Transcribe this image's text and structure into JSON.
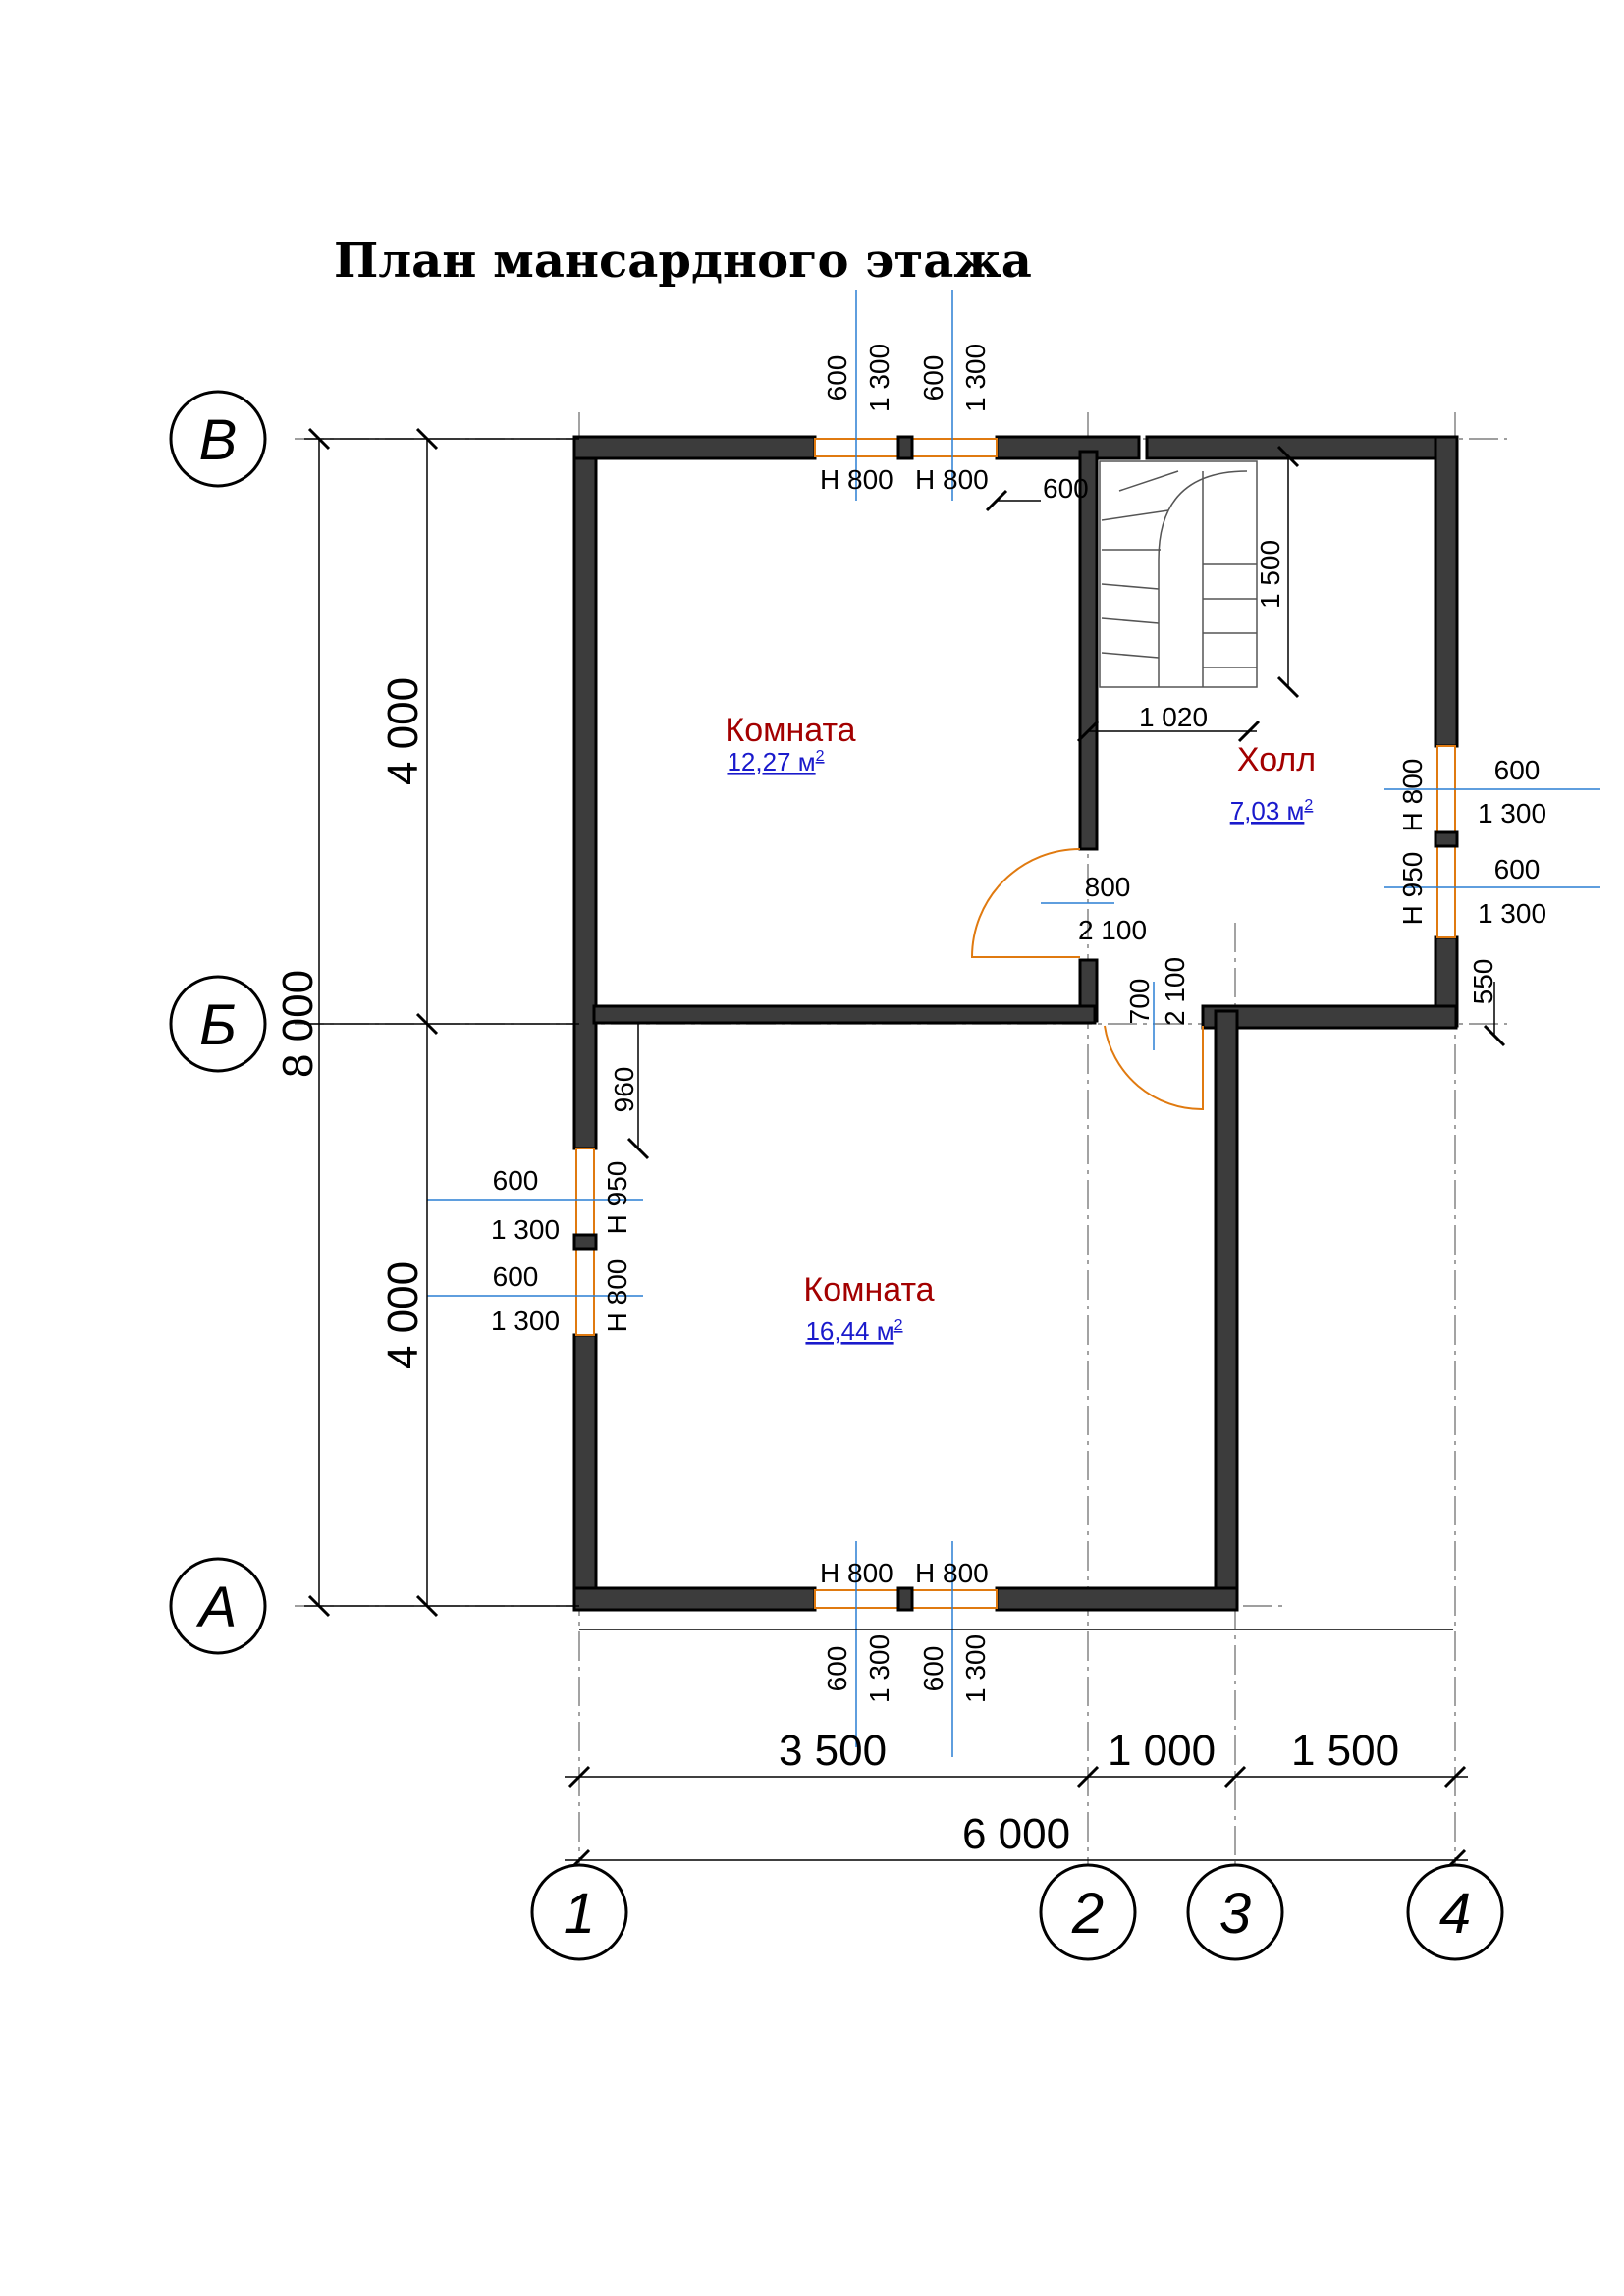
{
  "title": "План мансардного этажа",
  "axes": {
    "letters": [
      "В",
      "Б",
      "А"
    ],
    "numbers": [
      "1",
      "2",
      "3",
      "4"
    ]
  },
  "rooms": [
    {
      "name": "Комната",
      "area": "12,27 м",
      "area_sup": "2"
    },
    {
      "name": "Холл",
      "area": "7,03 м",
      "area_sup": "2"
    },
    {
      "name": "Комната",
      "area": "16,44 м",
      "area_sup": "2"
    }
  ],
  "dimensions": {
    "left_top": "4 000",
    "left_bottom": "4 000",
    "left_total": "8 000",
    "bottom_1": "3 500",
    "bottom_2": "1 000",
    "bottom_3": "1 500",
    "bottom_total": "6 000",
    "stair_width": "1 020",
    "stair_length": "1 500",
    "top_offset": "600",
    "door_w": "800",
    "door_h": "2 100",
    "door2_w": "700",
    "door2_h": "2 100",
    "right_offset": "550",
    "left_offset": "960"
  },
  "windows": {
    "w": "600",
    "h": "1 300",
    "sill_800": "Н 800",
    "sill_950": "Н 950"
  }
}
